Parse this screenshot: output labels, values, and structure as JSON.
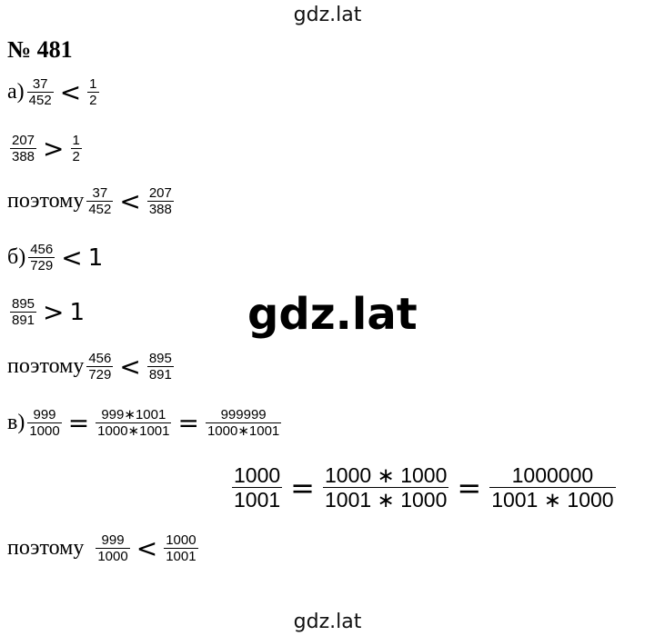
{
  "watermark": {
    "top": "gdz.lat",
    "center": "gdz.lat",
    "bottom": "gdz.lat"
  },
  "heading": "№ 481",
  "words": {
    "therefore": "поэтому"
  },
  "part_a": {
    "label": "а)",
    "line1": {
      "left": [
        "37",
        "452"
      ],
      "rel": "<",
      "right": [
        "1",
        "2"
      ]
    },
    "line2": {
      "left": [
        "207",
        "388"
      ],
      "rel": ">",
      "right": [
        "1",
        "2"
      ]
    },
    "concl": {
      "left": [
        "37",
        "452"
      ],
      "rel": "<",
      "right": [
        "207",
        "388"
      ]
    }
  },
  "part_b": {
    "label": "б)",
    "line1": {
      "left": [
        "456",
        "729"
      ],
      "rel": "<",
      "right": "1"
    },
    "line2": {
      "left": [
        "895",
        "891"
      ],
      "rel": ">",
      "right": "1"
    },
    "concl": {
      "left": [
        "456",
        "729"
      ],
      "rel": "<",
      "right": [
        "895",
        "891"
      ]
    }
  },
  "part_c": {
    "label": "в)",
    "line1": {
      "f1": [
        "999",
        "1000"
      ],
      "eq": "=",
      "f2": [
        "999∗1001",
        "1000∗1001"
      ],
      "f3": [
        "999999",
        "1000∗1001"
      ]
    },
    "line2": {
      "f1": [
        "1000",
        "1001"
      ],
      "eq": "=",
      "f2": [
        "1000 ∗ 1000",
        "1001 ∗ 1000"
      ],
      "f3": [
        "1000000",
        "1001 ∗ 1000"
      ]
    },
    "concl": {
      "left": [
        "999",
        "1000"
      ],
      "rel": "<",
      "right": [
        "1000",
        "1001"
      ]
    }
  }
}
